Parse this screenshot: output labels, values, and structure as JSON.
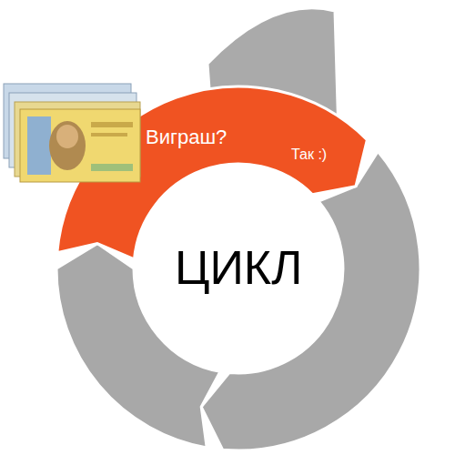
{
  "diagram": {
    "nodes": [
      {
        "text": [
          "Виграш?",
          "Так :)"
        ]
      },
      {
        "text": [
          "ЦИКЛ"
        ]
      }
    ]
  }
}
